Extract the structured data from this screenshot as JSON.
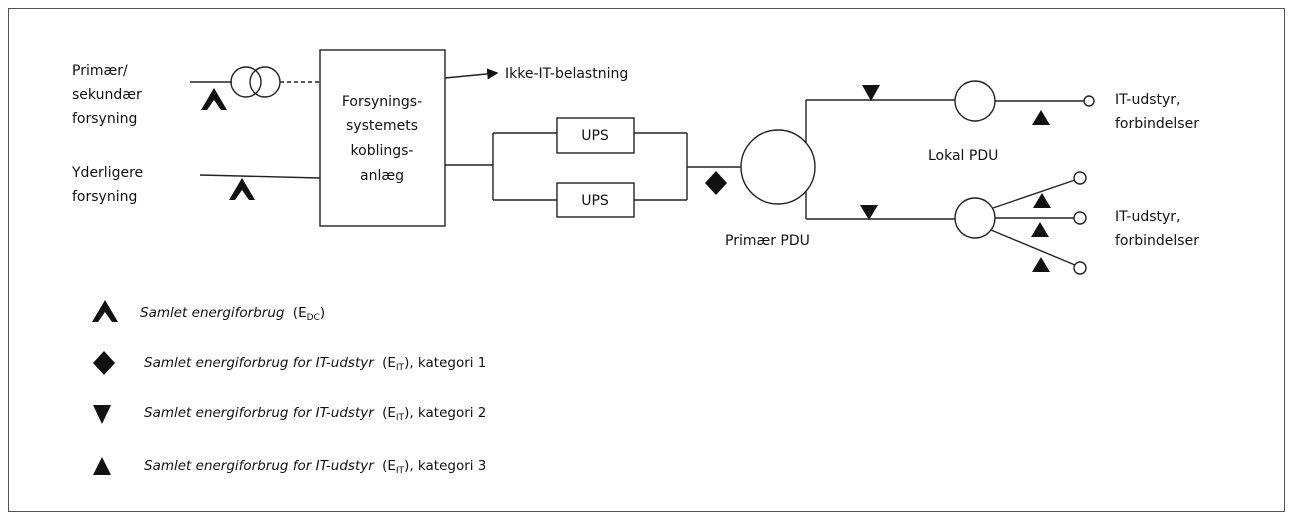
{
  "labels": {
    "primary_supply_line1": "Primær/",
    "primary_supply_line2": "sekundær",
    "primary_supply_line3": "forsyning",
    "additional_supply_line1": "Yderligere",
    "additional_supply_line2": "forsyning",
    "switchgear_line1": "Forsynings-",
    "switchgear_line2": "systemets",
    "switchgear_line3": "koblings-",
    "switchgear_line4": "anlæg",
    "non_it_load": "Ikke-IT-belastning",
    "ups_top": "UPS",
    "ups_bottom": "UPS",
    "primary_pdu": "Primær PDU",
    "local_pdu": "Lokal PDU",
    "it_equipment_top_line1": "IT-udstyr,",
    "it_equipment_top_line2": "forbindelser",
    "it_equipment_bottom_line1": "IT-udstyr,",
    "it_equipment_bottom_line2": "forbindelser"
  },
  "legend": [
    {
      "symbol": "chevron-up",
      "text_italic": "Samlet energiforbrug",
      "text_paren_base": "E",
      "text_paren_sub": "DC",
      "text_suffix": ""
    },
    {
      "symbol": "diamond",
      "text_italic": "Samlet energiforbrug for IT-udstyr",
      "text_paren_base": "E",
      "text_paren_sub": "IT",
      "text_suffix": ", kategori 1"
    },
    {
      "symbol": "triangle-down",
      "text_italic": "Samlet energiforbrug for IT-udstyr",
      "text_paren_base": "E",
      "text_paren_sub": "IT",
      "text_suffix": ", kategori 2"
    },
    {
      "symbol": "triangle-up",
      "text_italic": "Samlet energiforbrug for IT-udstyr",
      "text_paren_base": "E",
      "text_paren_sub": "IT",
      "text_suffix": ", kategori 3"
    }
  ]
}
